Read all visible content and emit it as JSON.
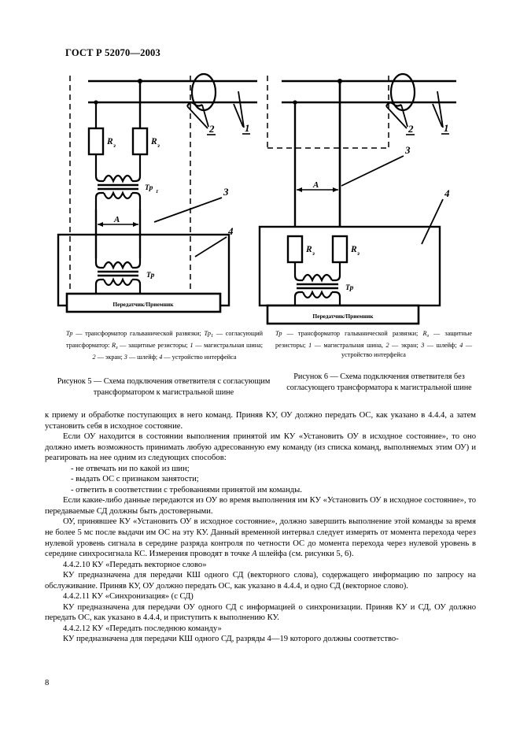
{
  "document": {
    "standard_header": "ГОСТ Р 52070—2003",
    "page_number": "8"
  },
  "figure_left": {
    "legend_parts": {
      "p1": "Тр",
      "p2": " — трансформатор гальванической развязки; ",
      "p3": "Тр",
      "p3sub": "1",
      "p4": " — согласующий трансформатор: ",
      "p5": "R",
      "p5sub": "з",
      "p6": " — защитные резисторы; ",
      "p7": "1",
      "p8": " — магистральная шина; ",
      "p9": "2",
      "p10": " — экран; ",
      "p11": "3",
      "p12": " — шлейф; ",
      "p13": "4",
      "p14": " — устройство интерфейса"
    },
    "caption": "Рисунок 5 — Схема подключения ответвителя с согласующим трансформатором к магистральной шине",
    "labels": {
      "bus": "1",
      "screen": "2",
      "shleif": "3",
      "device": "4",
      "resistor_1": "R",
      "resistor_1_sub": "з",
      "resistor_2": "R",
      "resistor_2_sub": "з",
      "transformer_match": "Тр",
      "transformer_match_sub": "1",
      "transformer_iso": "Тр",
      "dimension": "A",
      "unit_box": "Передатчик/Приемник"
    }
  },
  "figure_right": {
    "legend_parts": {
      "p1": "Тр",
      "p2": " — трансформатор гальванической развязки; ",
      "p3": "R",
      "p3sub": "з",
      "p4": " — защитные резисторы; ",
      "p5": "1",
      "p6": " — магистральная шина, ",
      "p7": "2",
      "p8": " — экран; ",
      "p9": "3",
      "p10": " — шлейф; ",
      "p11": "4",
      "p12": " — устройство интерфейса"
    },
    "caption": "Рисунок 6 — Схема подключения ответвителя без согласующего трансформатора к магистральной шине",
    "labels": {
      "bus": "1",
      "screen": "2",
      "shleif": "3",
      "device": "4",
      "resistor_1": "R",
      "resistor_1_sub": "з",
      "resistor_2": "R",
      "resistor_2_sub": "з",
      "transformer_iso": "Тр",
      "dimension": "A",
      "unit_box": "Передатчик/Приемник"
    }
  },
  "body": {
    "paragraphs": [
      {
        "id": "p-continuation",
        "style": "noindent",
        "text": "к приему и обработке поступающих в него команд. Приняв КУ, ОУ должно передать ОС, как указано в 4.4.4, а затем установить себя в исходное состояние."
      },
      {
        "id": "p-reset-state",
        "style": "indent",
        "text": "Если ОУ находится в состоянии выполнения принятой им КУ «Установить ОУ в исходное состояние», то оно должно иметь возможность принимать любую адресованную ему команду (из списка команд, выполняемых этим ОУ) и реагировать на нее одним из следующих способов:"
      },
      {
        "id": "p-bullet-1",
        "style": "bullet",
        "text": "- не отвечать ни по какой из шин;"
      },
      {
        "id": "p-bullet-2",
        "style": "bullet",
        "text": "- выдать ОС с признаком занятости;"
      },
      {
        "id": "p-bullet-3",
        "style": "bullet",
        "text": "- ответить в соответствии с требованиями принятой им команды."
      },
      {
        "id": "p-data-valid",
        "style": "indent",
        "text": "Если какие-либо данные передаются из ОУ во время выполнения им КУ «Установить ОУ в исходное состояние», то передаваемые СД должны быть достоверными."
      },
      {
        "id": "p-timing",
        "style": "indent",
        "text": "ОУ, принявшее КУ «Установить ОУ в исходное состояние», должно завершить выполнение этой команды за время не более 5 мс после выдачи им ОС на эту КУ. Данный временной интервал следует измерять от момента перехода через нулевой уровень сигнала в середине разряда контроля по четности ОС до момента перехода через нулевой уровень в середине синхросигнала КС. Измерения проводят в точке A шлейфа (см. рисунки 5, 6).",
        "italic_marker": "A"
      },
      {
        "id": "p-section-4-4-2-10",
        "style": "indent",
        "text": "4.4.2.10  КУ «Передать векторное слово»"
      },
      {
        "id": "p-section-4-4-2-10-body",
        "style": "indent",
        "text": "КУ предназначена для передачи КШ одного СД (векторного слова), содержащего информацию по запросу на обслуживание. Приняв КУ, ОУ должно передать ОС, как указано в 4.4.4, и одно СД (векторное слово)."
      },
      {
        "id": "p-section-4-4-2-11",
        "style": "indent",
        "text": "4.4.2.11  КУ «Синхронизация» (с СД)"
      },
      {
        "id": "p-section-4-4-2-11-body",
        "style": "indent",
        "text": "КУ предназначена для передачи ОУ одного СД с информацией о синхронизации. Приняв КУ и СД, ОУ должно передать ОС, как указано в 4.4.4, и приступить к выполнению КУ."
      },
      {
        "id": "p-section-4-4-2-12",
        "style": "indent",
        "text": "4.4.2.12  КУ «Передать последнюю команду»"
      },
      {
        "id": "p-section-4-4-2-12-body",
        "style": "indent",
        "text": "КУ предназначена для передачи КШ одного СД, разряды 4—19 которого должны соответство-"
      }
    ]
  }
}
